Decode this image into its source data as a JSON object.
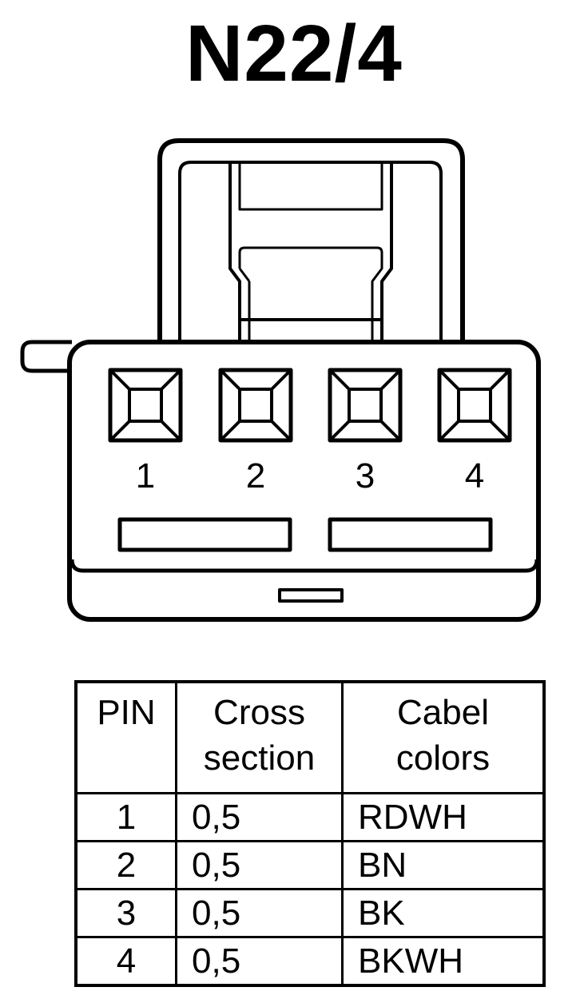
{
  "title": "N22/4",
  "connector": {
    "pins": [
      {
        "label": "1"
      },
      {
        "label": "2"
      },
      {
        "label": "3"
      },
      {
        "label": "4"
      }
    ]
  },
  "table": {
    "headers": {
      "pin": "PIN",
      "cross_line1": "Cross",
      "cross_line2": "section",
      "color_line1": "Cabel",
      "color_line2": "colors"
    },
    "rows": [
      {
        "pin": "1",
        "cross_section": "0,5",
        "color": "RDWH"
      },
      {
        "pin": "2",
        "cross_section": "0,5",
        "color": "BN"
      },
      {
        "pin": "3",
        "cross_section": "0,5",
        "color": "BK"
      },
      {
        "pin": "4",
        "cross_section": "0,5",
        "color": "BKWH"
      }
    ]
  }
}
